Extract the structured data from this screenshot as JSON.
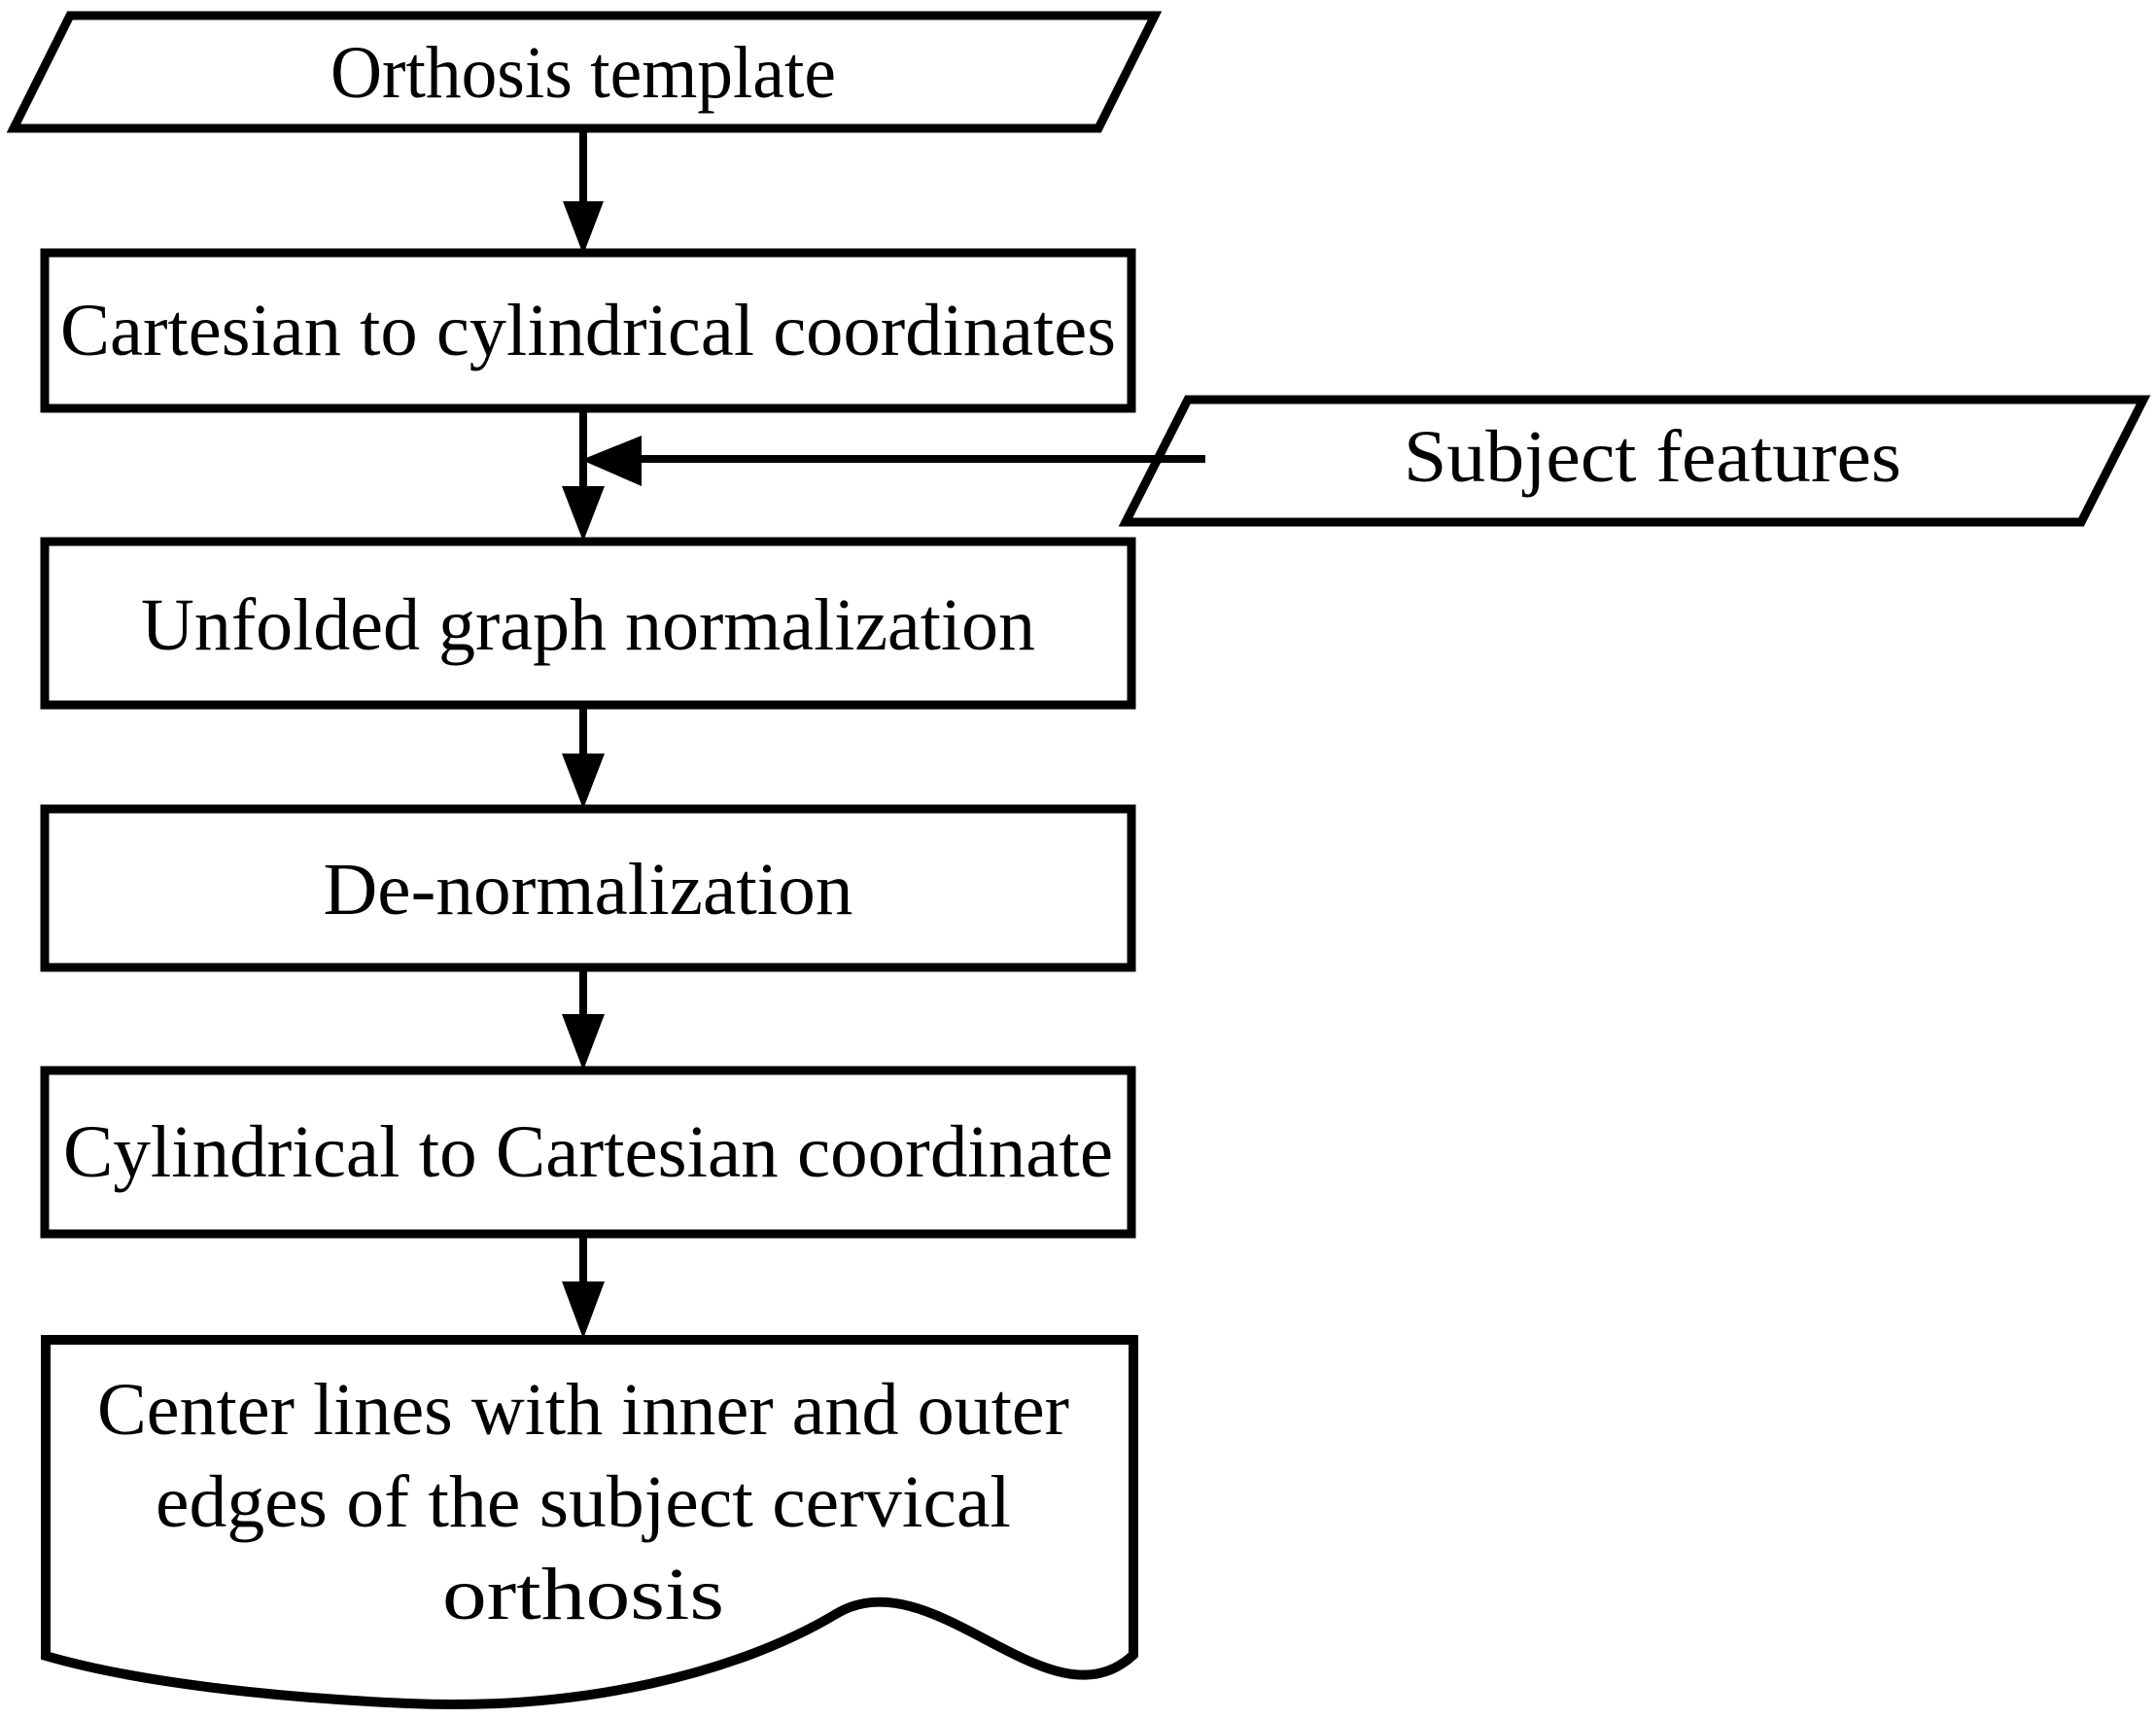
{
  "diagram": {
    "title": "Cervical orthosis template transformation flowchart",
    "type": "flowchart",
    "background_color": "#ffffff",
    "line_color": "#000000",
    "text_color": "#000000",
    "nodes": [
      {
        "id": "orthosis-template",
        "shape": "parallelogram",
        "role": "input",
        "label": "Orthosis template"
      },
      {
        "id": "cartesian-to-cylindrical",
        "shape": "rectangle",
        "role": "process",
        "label": "Cartesian to cylindrical coordinates"
      },
      {
        "id": "subject-features",
        "shape": "parallelogram",
        "role": "input",
        "label": "Subject features"
      },
      {
        "id": "unfolded-graph-normalization",
        "shape": "rectangle",
        "role": "process",
        "label": "Unfolded graph normalization"
      },
      {
        "id": "de-normalization",
        "shape": "rectangle",
        "role": "process",
        "label": "De-normalization"
      },
      {
        "id": "cylindrical-to-cartesian",
        "shape": "rectangle",
        "role": "process",
        "label": "Cylindrical to Cartesian coordinate"
      },
      {
        "id": "center-lines-output",
        "shape": "document",
        "role": "output",
        "label_lines": [
          "Center lines with inner and outer",
          "edges of the subject cervical",
          "orthosis"
        ]
      }
    ],
    "edges": [
      {
        "id": "edge-template-to-cartesian",
        "from": "orthosis-template",
        "to": "cartesian-to-cylindrical",
        "direction": "down",
        "arrow": "down-arrow-icon"
      },
      {
        "id": "edge-cartesian-to-unfolded",
        "from": "cartesian-to-cylindrical",
        "to": "unfolded-graph-normalization",
        "direction": "down",
        "arrow": "down-arrow-icon"
      },
      {
        "id": "edge-subject-to-main",
        "from": "subject-features",
        "to": "unfolded-graph-normalization",
        "direction": "left",
        "arrow": "left-arrow-icon"
      },
      {
        "id": "edge-unfolded-to-denorm",
        "from": "unfolded-graph-normalization",
        "to": "de-normalization",
        "direction": "down",
        "arrow": "down-arrow-icon"
      },
      {
        "id": "edge-denorm-to-cyl2cart",
        "from": "de-normalization",
        "to": "cylindrical-to-cartesian",
        "direction": "down",
        "arrow": "down-arrow-icon"
      },
      {
        "id": "edge-cyl2cart-to-output",
        "from": "cylindrical-to-cartesian",
        "to": "center-lines-output",
        "direction": "down",
        "arrow": "down-arrow-icon"
      }
    ]
  }
}
